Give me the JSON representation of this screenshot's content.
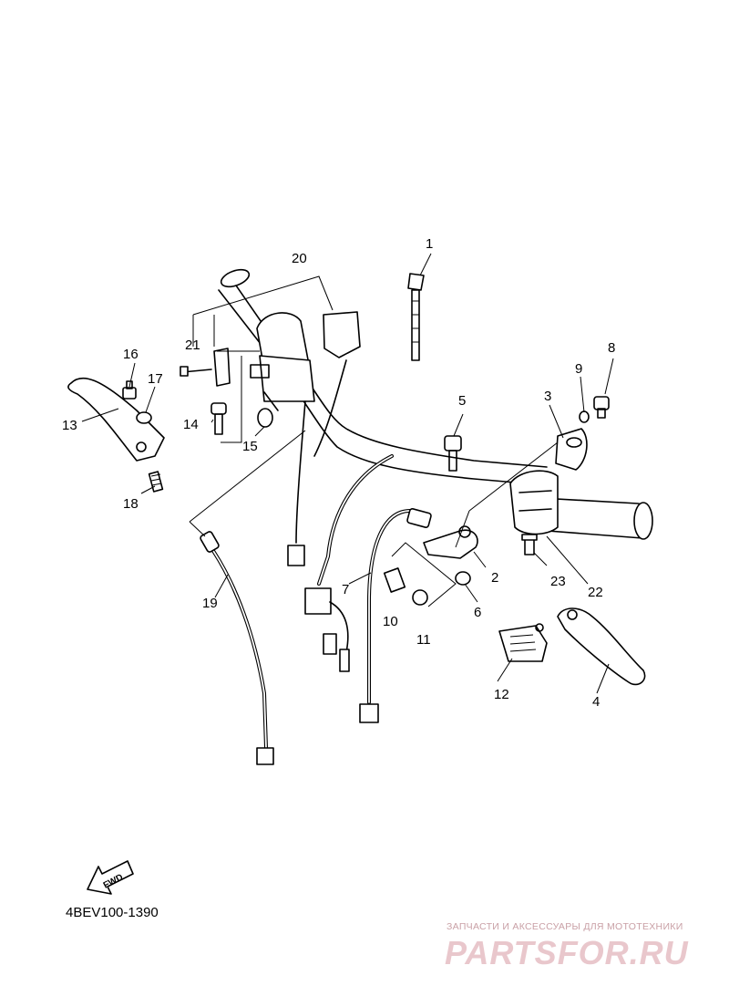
{
  "diagram": {
    "code": "4BEV100-1390",
    "fwd_label": "FWD",
    "watermark": {
      "subtitle": "ЗАПЧАСТИ И АКСЕССУАРЫ ДЛЯ МОТОТЕХНИКИ",
      "logo": "PARTSFOR.RU"
    },
    "callouts": [
      {
        "id": "1",
        "label": "1"
      },
      {
        "id": "2",
        "label": "2"
      },
      {
        "id": "3",
        "label": "3"
      },
      {
        "id": "4",
        "label": "4"
      },
      {
        "id": "5",
        "label": "5"
      },
      {
        "id": "6",
        "label": "6"
      },
      {
        "id": "7",
        "label": "7"
      },
      {
        "id": "8",
        "label": "8"
      },
      {
        "id": "9",
        "label": "9"
      },
      {
        "id": "10",
        "label": "10"
      },
      {
        "id": "11",
        "label": "11"
      },
      {
        "id": "12",
        "label": "12"
      },
      {
        "id": "13",
        "label": "13"
      },
      {
        "id": "14",
        "label": "14"
      },
      {
        "id": "15",
        "label": "15"
      },
      {
        "id": "16",
        "label": "16"
      },
      {
        "id": "17",
        "label": "17"
      },
      {
        "id": "18",
        "label": "18"
      },
      {
        "id": "19",
        "label": "19"
      },
      {
        "id": "20",
        "label": "20"
      },
      {
        "id": "21",
        "label": "21"
      },
      {
        "id": "22",
        "label": "22"
      },
      {
        "id": "23",
        "label": "23"
      }
    ]
  }
}
